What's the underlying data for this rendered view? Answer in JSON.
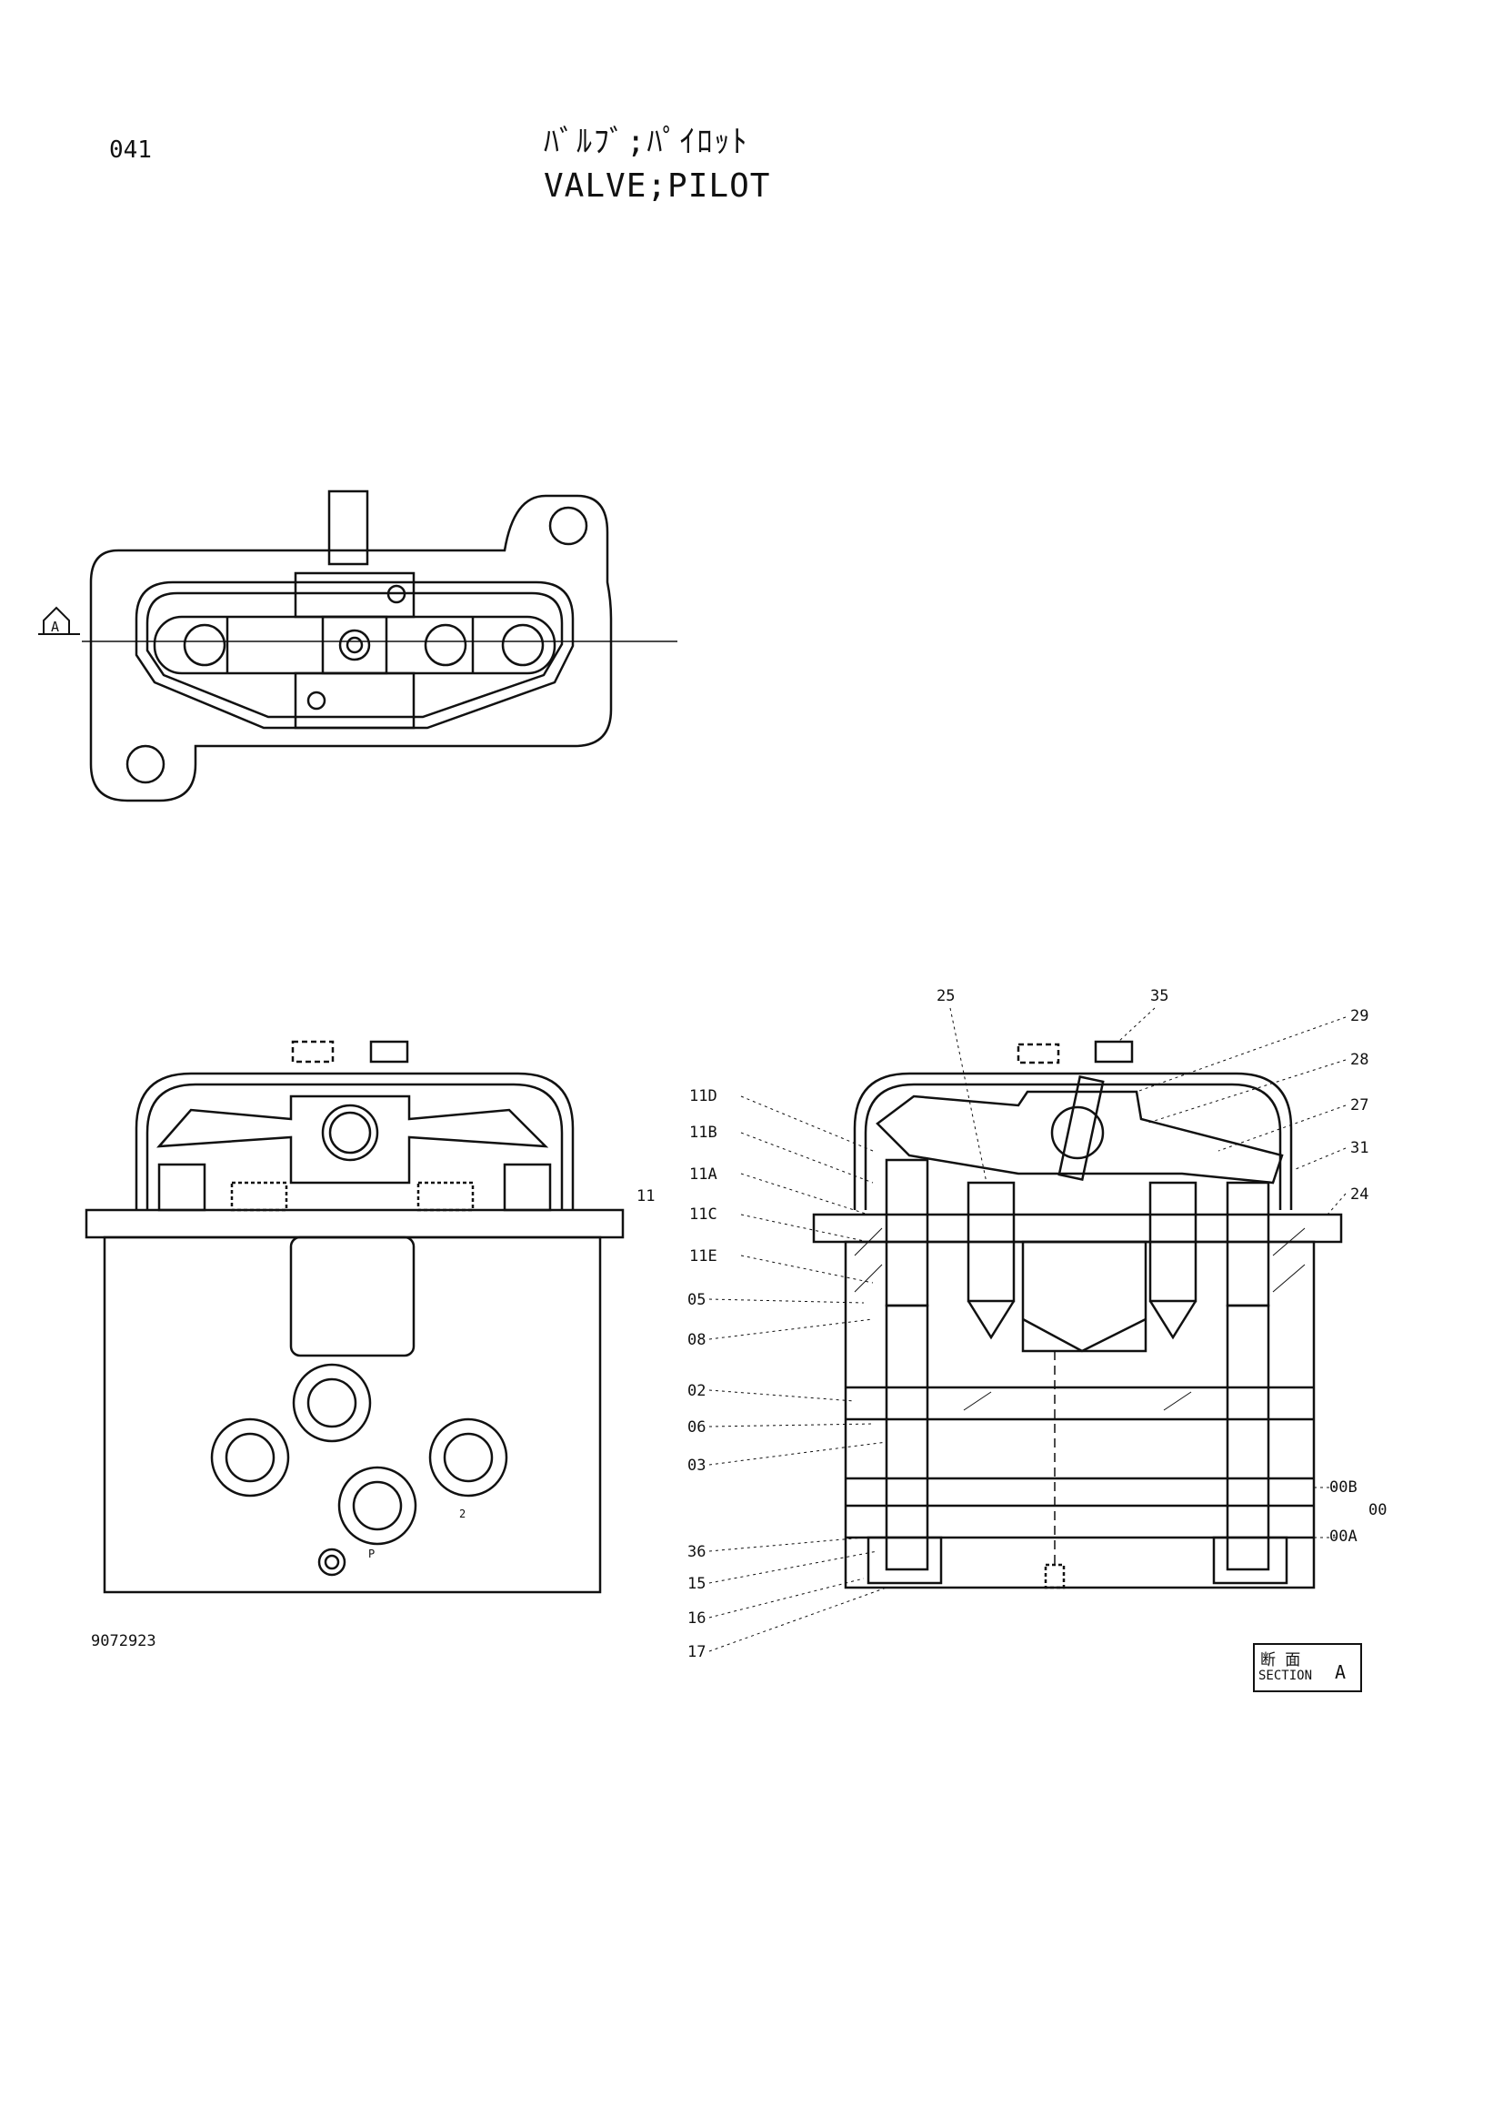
{
  "page_number": "041",
  "title_jp": "ﾊﾞﾙﾌﾞ;ﾊﾟｲﾛｯﾄ",
  "title_en": "VALVE;PILOT",
  "drawing_number": "9072923",
  "view_marker_letter": "A",
  "section_label": {
    "jp": "断 面",
    "en": "SECTION",
    "letter": "A"
  },
  "callouts_left": [
    "11D",
    "11B",
    "11A",
    "11",
    "11C",
    "11E",
    "05",
    "08",
    "02",
    "06",
    "03",
    "36",
    "15",
    "16",
    "17"
  ],
  "callouts_top": [
    "25",
    "35"
  ],
  "callouts_right": [
    "29",
    "28",
    "27",
    "31",
    "24",
    "00B",
    "00",
    "00A"
  ],
  "port_labels": [
    "P",
    "2"
  ]
}
